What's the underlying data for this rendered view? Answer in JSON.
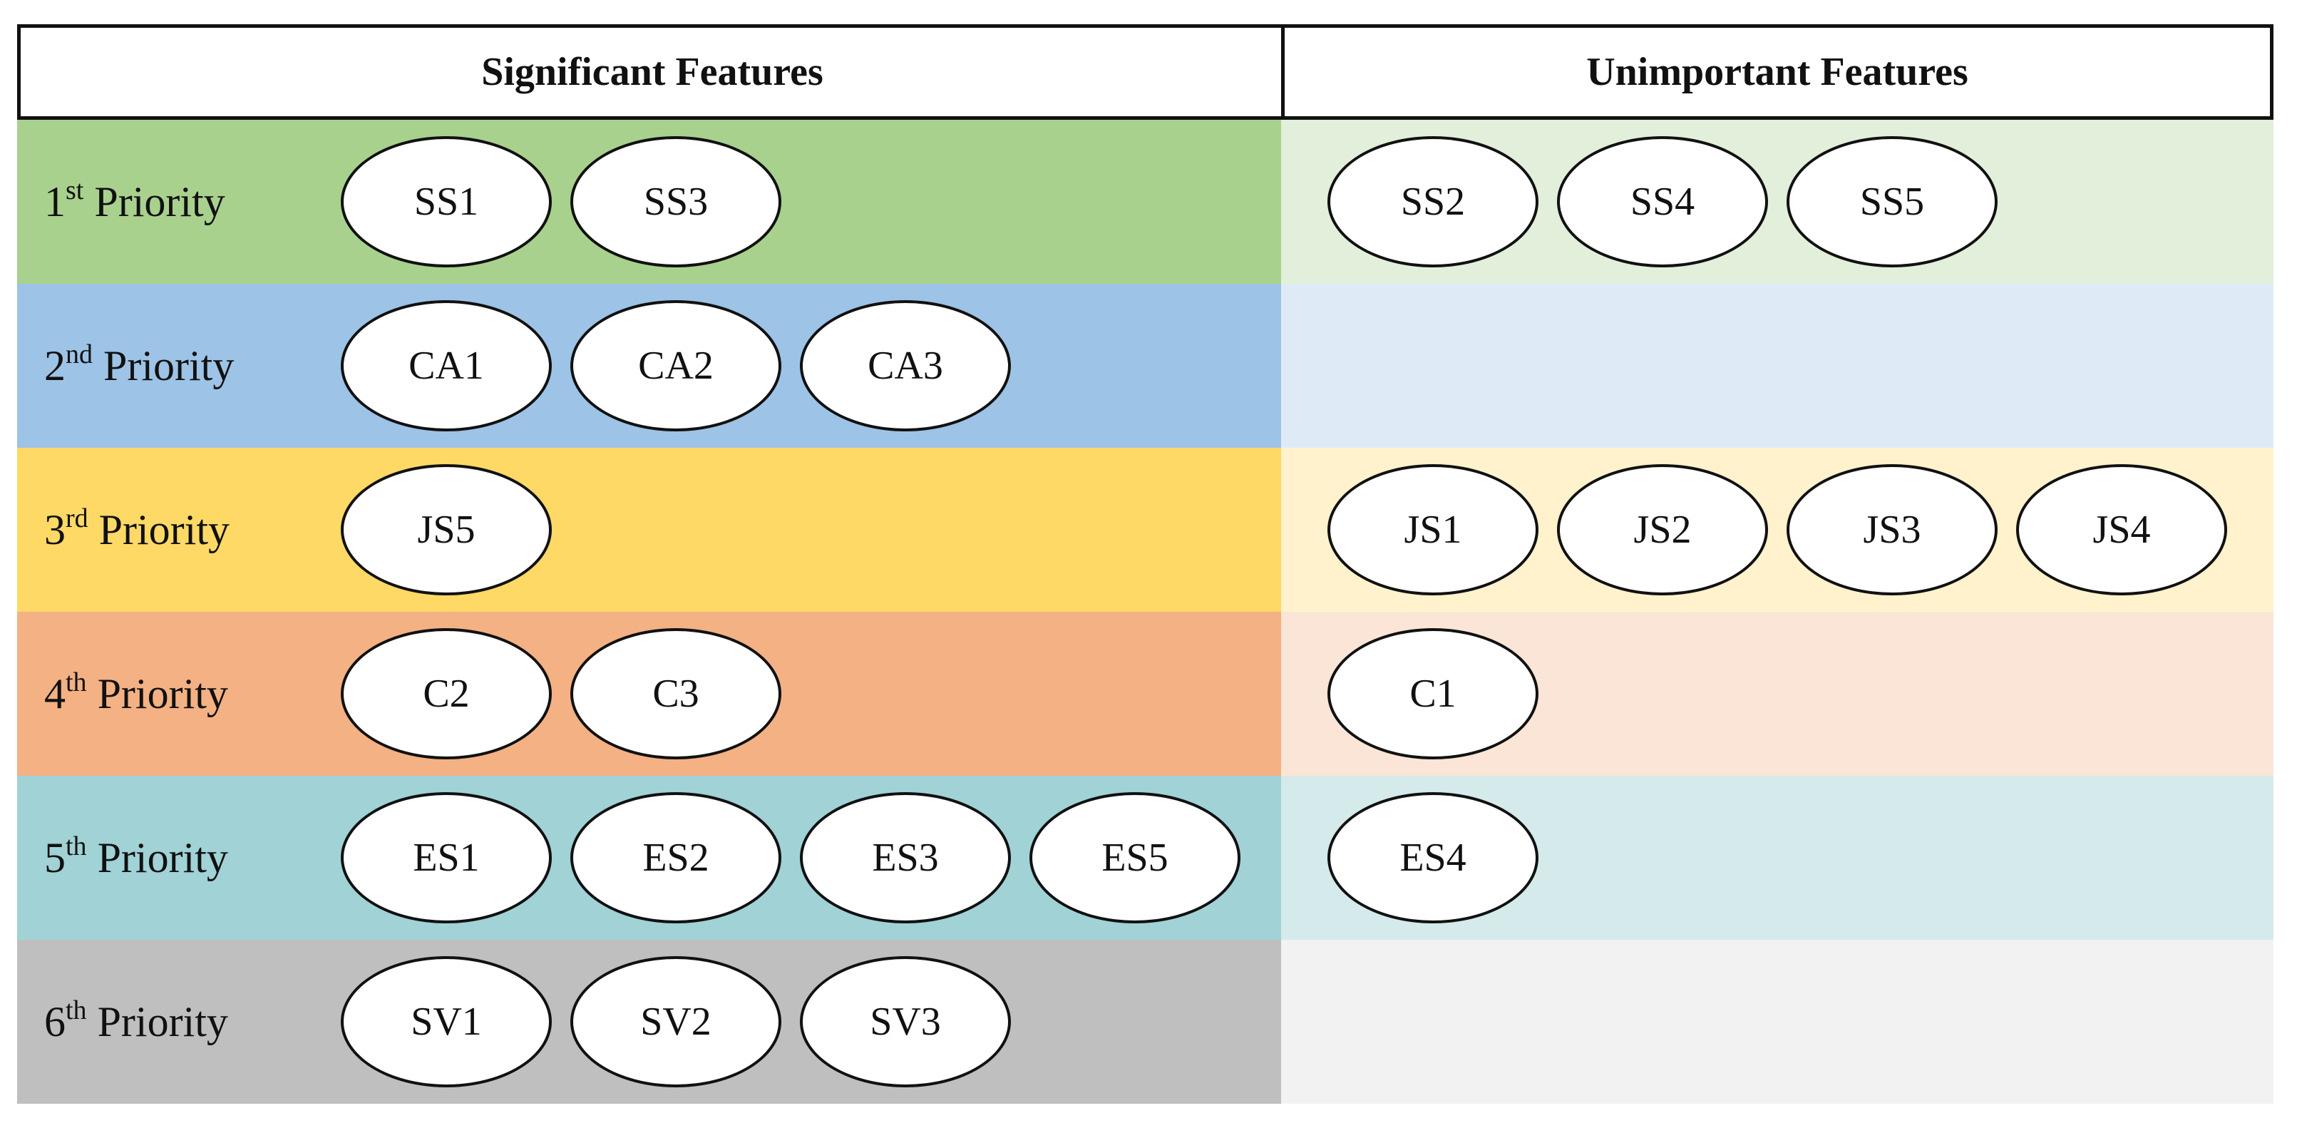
{
  "headers": {
    "significant": "Significant Features",
    "unimportant": "Unimportant Features"
  },
  "rows": [
    {
      "num": "1",
      "sup": "st",
      "word": "Priority",
      "color_sig": "#a9d18e",
      "color_unimp": "#e2efda",
      "significant": [
        "SS1",
        "SS3"
      ],
      "unimportant": [
        "SS2",
        "SS4",
        "SS5"
      ]
    },
    {
      "num": "2",
      "sup": "nd",
      "word": "Priority",
      "color_sig": "#9dc3e6",
      "color_unimp": "#deebf7",
      "significant": [
        "CA1",
        "CA2",
        "CA3"
      ],
      "unimportant": []
    },
    {
      "num": "3",
      "sup": "rd",
      "word": "Priority",
      "color_sig": "#ffd966",
      "color_unimp": "#fff2cc",
      "significant": [
        "JS5"
      ],
      "unimportant": [
        "JS1",
        "JS2",
        "JS3",
        "JS4"
      ]
    },
    {
      "num": "4",
      "sup": "th",
      "word": "Priority",
      "color_sig": "#f4b183",
      "color_unimp": "#fbe5d6",
      "significant": [
        "C2",
        "C3"
      ],
      "unimportant": [
        "C1"
      ]
    },
    {
      "num": "5",
      "sup": "th",
      "word": "Priority",
      "color_sig": "#a0d2d6",
      "color_unimp": "#d4eaeb",
      "significant": [
        "ES1",
        "ES2",
        "ES3",
        "ES5"
      ],
      "unimportant": [
        "ES4"
      ]
    },
    {
      "num": "6",
      "sup": "th",
      "word": "Priority",
      "color_sig": "#bfbfbf",
      "color_unimp": "#f2f2f2",
      "significant": [
        "SV1",
        "SV2",
        "SV3"
      ],
      "unimportant": []
    }
  ]
}
